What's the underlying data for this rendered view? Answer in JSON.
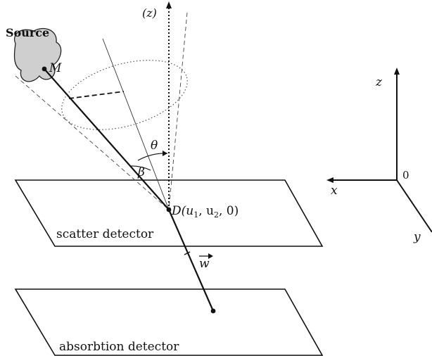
{
  "labels": {
    "source": "Source",
    "point_m": "M",
    "z_axis_dotted": "(z)",
    "theta": "θ",
    "beta": "β",
    "point_d": "D(u",
    "point_d_sub1": "1",
    "point_d_mid": ", u",
    "point_d_sub2": "2",
    "point_d_end": ", 0)",
    "scatter_detector": "scatter detector",
    "w_vector": "w",
    "absorption_detector": "absorbtion detector",
    "axis_z": "z",
    "axis_x": "x",
    "axis_y": "y",
    "axis_origin": "0"
  }
}
